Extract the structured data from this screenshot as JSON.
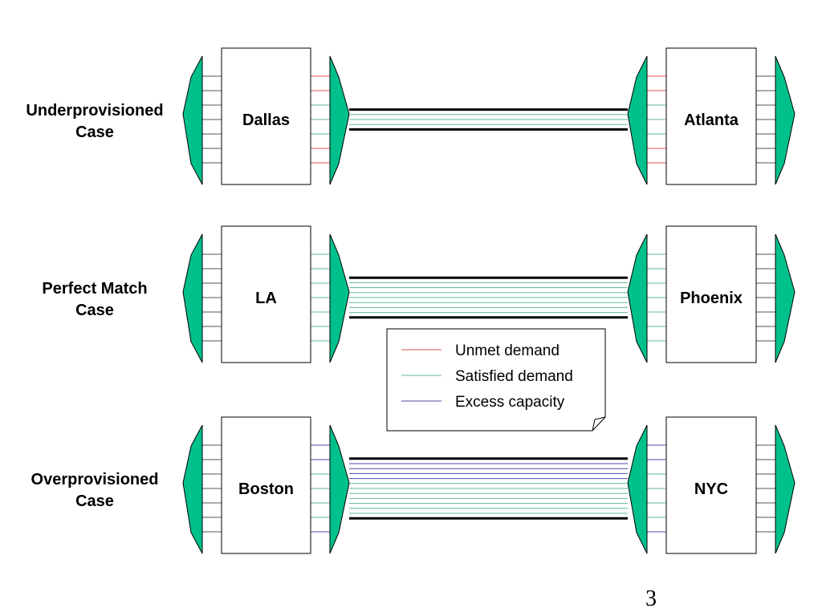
{
  "colors": {
    "mux_fill": "#00c08b",
    "unmet": "#e05050",
    "satisfied": "#5fb89a",
    "excess": "#4a4aa8",
    "neutral": "#555555",
    "trunk": "#000000"
  },
  "rows": [
    {
      "case_label_line1": "Underprovisioned",
      "case_label_line2": "Case",
      "left_city": "Dallas",
      "right_city": "Atlanta",
      "trunk_lines": [
        "satisfied",
        "satisfied",
        "satisfied"
      ],
      "inner_left": [
        "unmet",
        "unmet",
        "satisfied",
        "satisfied",
        "satisfied",
        "unmet",
        "unmet"
      ],
      "inner_right": [
        "unmet",
        "unmet",
        "satisfied",
        "satisfied",
        "satisfied",
        "unmet",
        "unmet"
      ]
    },
    {
      "case_label_line1": "Perfect Match",
      "case_label_line2": "Case",
      "left_city": "LA",
      "right_city": "Phoenix",
      "trunk_lines": [
        "satisfied",
        "satisfied",
        "satisfied",
        "satisfied",
        "satisfied",
        "satisfied",
        "satisfied"
      ],
      "inner_left": [
        "satisfied",
        "satisfied",
        "satisfied",
        "satisfied",
        "satisfied",
        "satisfied",
        "satisfied"
      ],
      "inner_right": [
        "satisfied",
        "satisfied",
        "satisfied",
        "satisfied",
        "satisfied",
        "satisfied",
        "satisfied"
      ]
    },
    {
      "case_label_line1": "Overprovisioned",
      "case_label_line2": "Case",
      "left_city": "Boston",
      "right_city": "NYC",
      "trunk_lines": [
        "excess",
        "excess",
        "excess",
        "excess",
        "satisfied",
        "satisfied",
        "satisfied",
        "satisfied",
        "satisfied",
        "satisfied",
        "satisfied"
      ],
      "inner_left": [
        "excess",
        "excess",
        "satisfied",
        "satisfied",
        "satisfied",
        "satisfied",
        "excess"
      ],
      "inner_right": [
        "excess",
        "excess",
        "satisfied",
        "satisfied",
        "satisfied",
        "satisfied",
        "excess"
      ]
    }
  ],
  "legend": {
    "items": [
      {
        "label": "Unmet demand",
        "color_key": "unmet"
      },
      {
        "label": "Satisfied demand",
        "color_key": "satisfied"
      },
      {
        "label": "Excess capacity",
        "color_key": "excess"
      }
    ]
  },
  "page_number": "3"
}
